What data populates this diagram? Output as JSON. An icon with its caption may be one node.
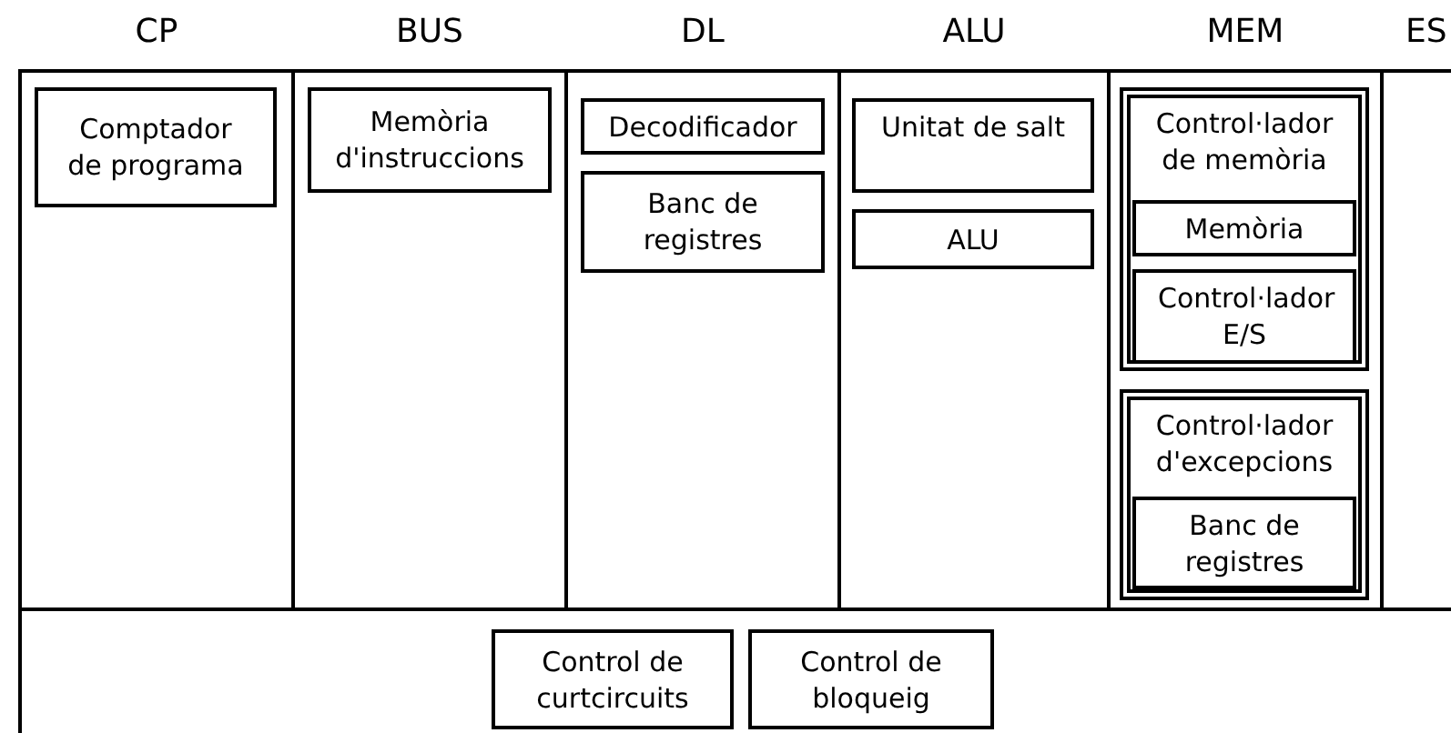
{
  "diagram": {
    "nodes": [
      {
        "text": [
          "CP"
        ]
      },
      {
        "text": [
          "Comptador de programa"
        ],
        "in": 0
      },
      {
        "text": [
          "BUS"
        ]
      },
      {
        "text": [
          "Memòria d'instruccions"
        ],
        "in": 2
      },
      {
        "text": [
          "DL"
        ]
      },
      {
        "text": [
          "Decodificador"
        ],
        "in": 4
      },
      {
        "text": [
          "Banc de registres"
        ],
        "in": 4
      },
      {
        "text": [
          "ALU"
        ]
      },
      {
        "text": [
          "Unitat de salt"
        ],
        "in": 7
      },
      {
        "text": [
          "ALU"
        ],
        "in": 7
      },
      {
        "text": [
          "MEM"
        ]
      },
      {
        "text": [
          "Control·lador de memòria"
        ],
        "in": 10
      },
      {
        "text": [
          "Memòria"
        ],
        "in": 11
      },
      {
        "text": [
          "Control·lador E/S"
        ],
        "in": 11
      },
      {
        "text": [
          "Control·lador d'excepcions"
        ],
        "in": 10
      },
      {
        "text": [
          "Banc de registres"
        ],
        "in": 14
      },
      {
        "text": [
          "ES"
        ]
      },
      {
        "text": [],
        "shape": "box"
      },
      {
        "text": [
          "Control de curtcircuits"
        ],
        "in": 17
      },
      {
        "text": [
          "Control de bloqueig"
        ],
        "in": 17
      }
    ]
  }
}
